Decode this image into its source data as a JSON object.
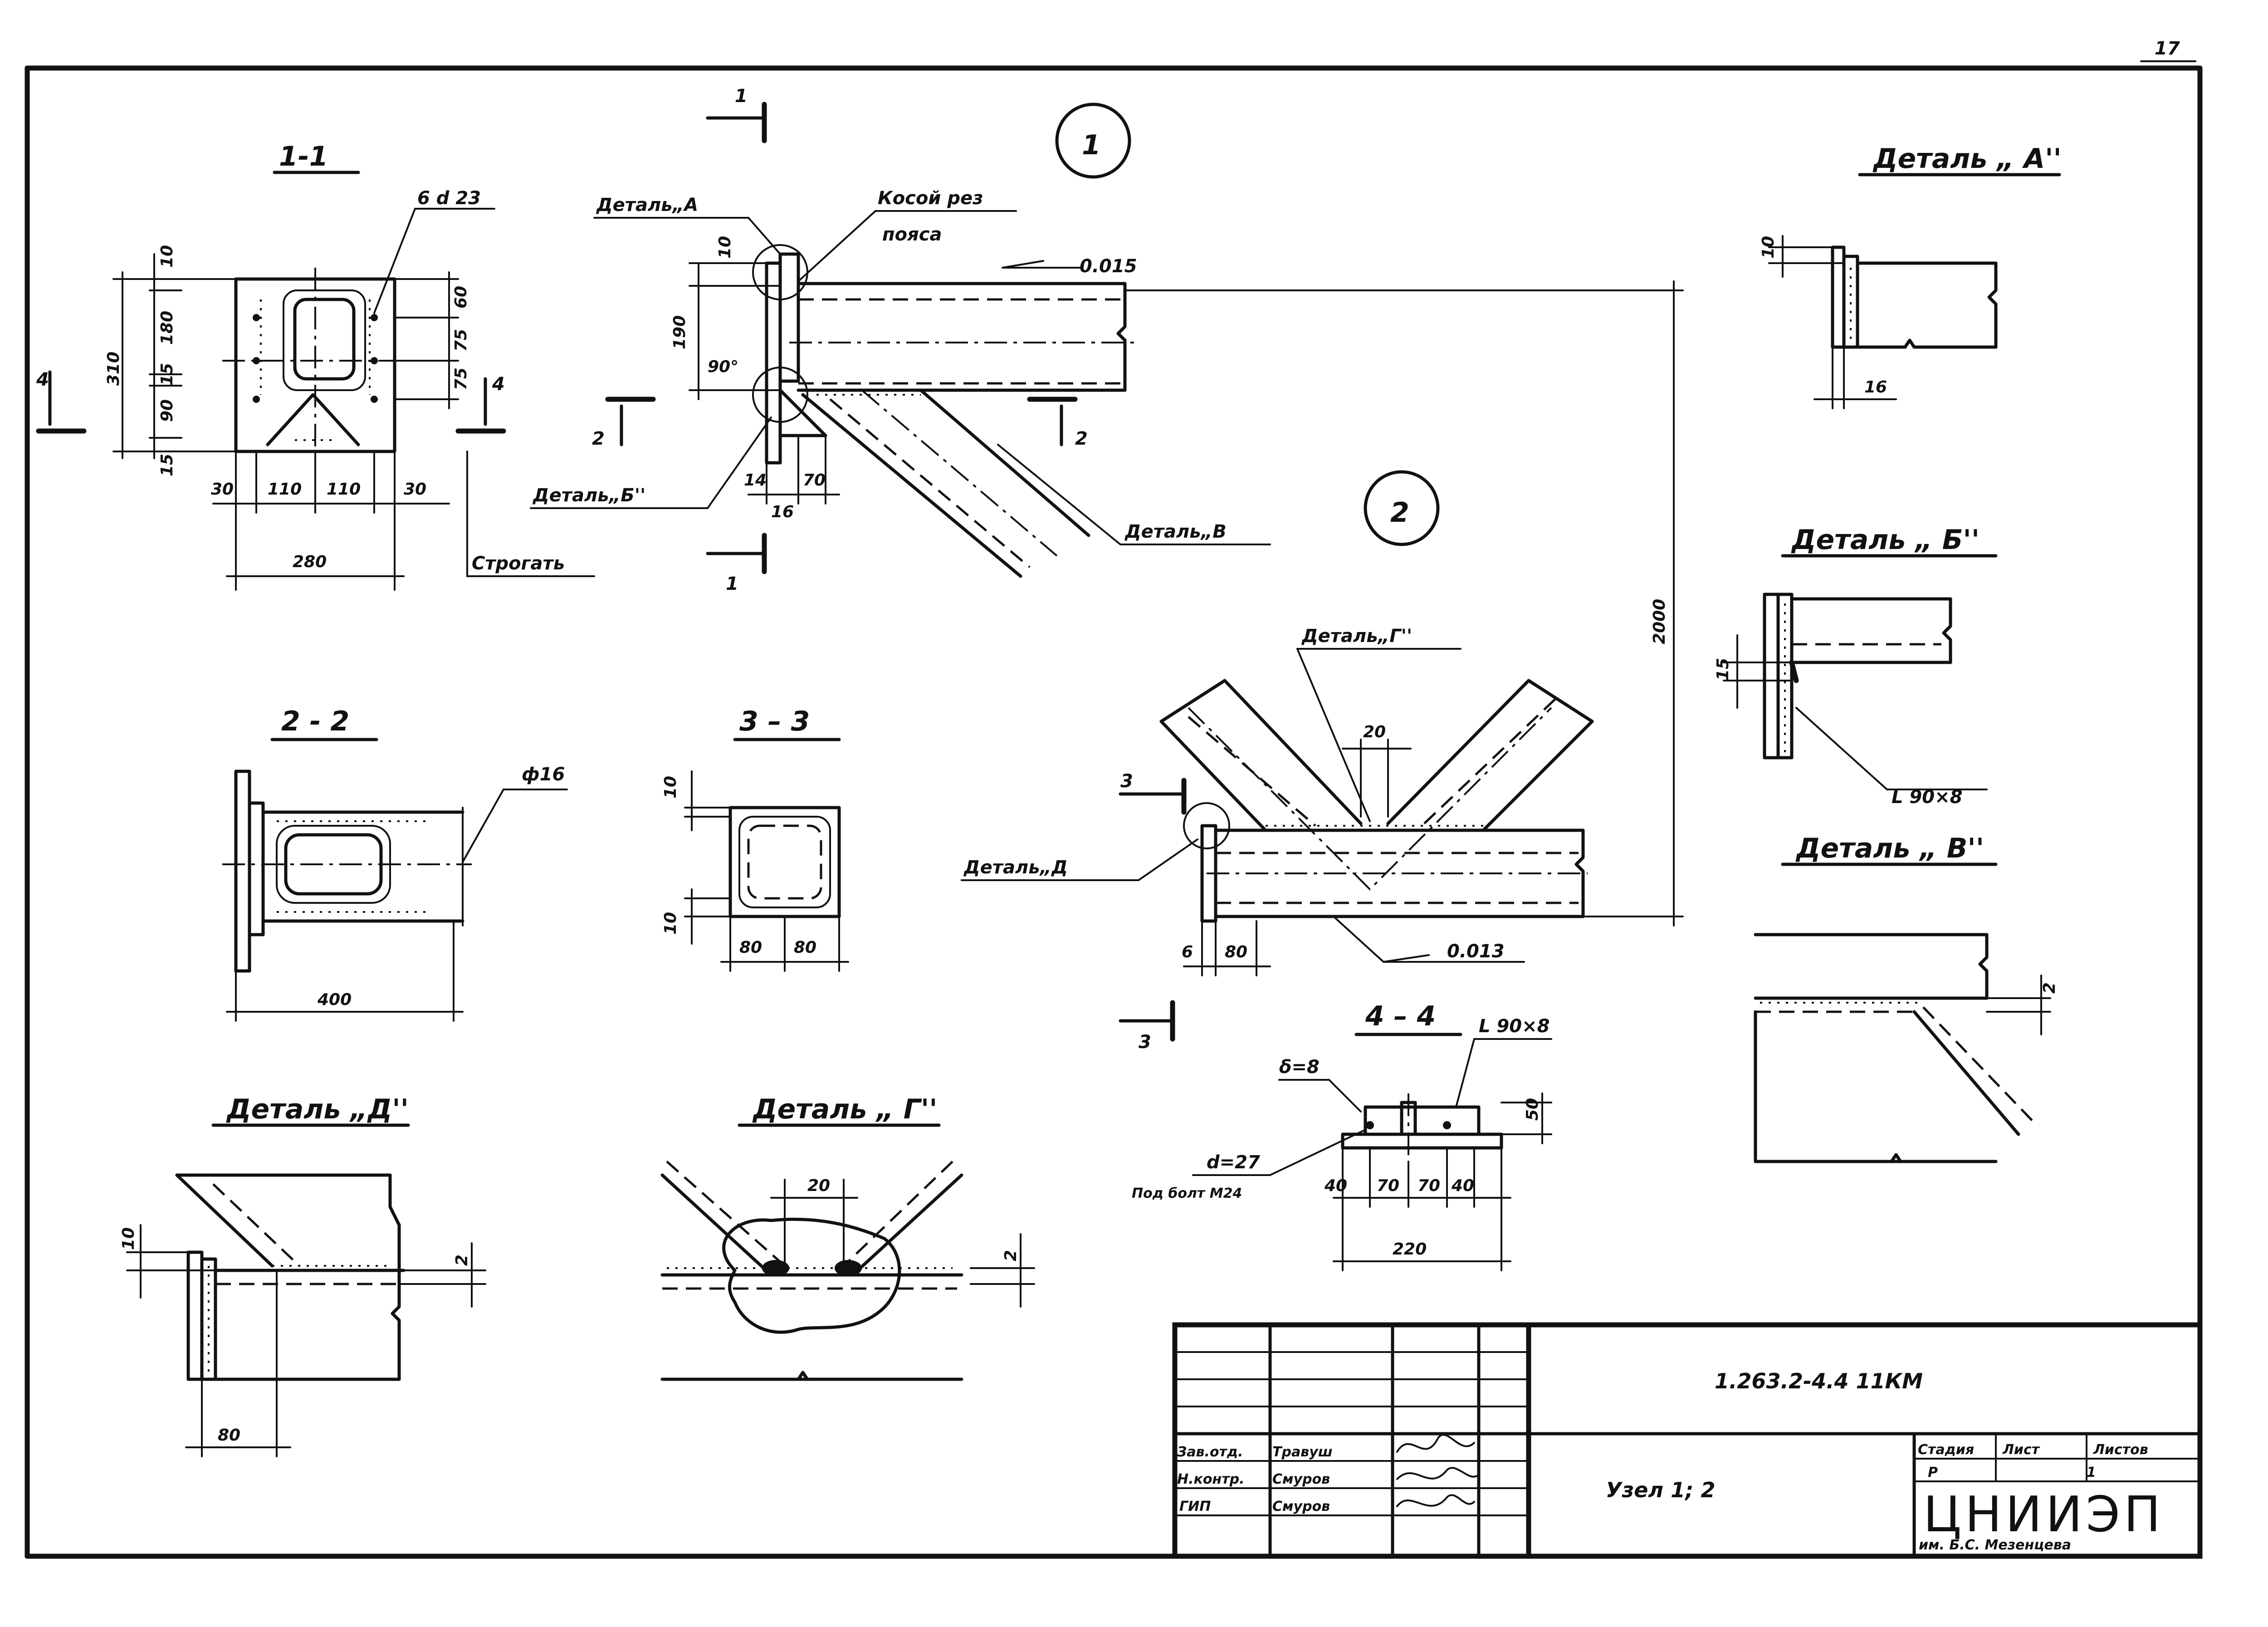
{
  "sheet": {
    "number": "17",
    "code": "1.263.2-4.4  11КМ",
    "title": "Узел 1; 2",
    "stage_header": "Стадия",
    "sheet_header": "Лист",
    "sheets_header": "Листов",
    "stage": "Р",
    "sheet_no": "1",
    "org_name": "ЦНИИЭП",
    "org_sub": "им. Б.С. Мезенцева",
    "staff": [
      {
        "role": "Зав.отд.",
        "name": "Травуш"
      },
      {
        "role": "Н.контр.",
        "name": "Смуров"
      },
      {
        "role": "ГИП",
        "name": "Смуров"
      }
    ]
  },
  "node_marks": [
    "1",
    "2"
  ],
  "section_1_1": {
    "title": "1-1",
    "hole_label": "6 d 23",
    "cut_mark": "4",
    "dims_left": [
      "10",
      "180",
      "15",
      "90",
      "15"
    ],
    "dim_total": "310",
    "dims_right": [
      "60",
      "75",
      "75"
    ],
    "dims_bottom": [
      "30",
      "110",
      "110",
      "30"
    ],
    "dim_width": "280",
    "plane_note": "Строгать"
  },
  "node_1": {
    "cut_mark_1": "1",
    "cut_mark_2": "2",
    "detail_a": "Деталь„А",
    "oblique_cut": "Косой рез",
    "oblique_cut_2": "пояса",
    "slope": "0.015",
    "dims": [
      "10",
      "190",
      "90°",
      "14",
      "16",
      "70"
    ],
    "detail_b": "Деталь„Б''",
    "detail_v": "Деталь„В"
  },
  "node_2": {
    "detail_g": "Деталь„Г''",
    "gap": "20",
    "detail_d": "Деталь„Д",
    "cut_mark_3": "3",
    "slope": "0.013",
    "dims": [
      "6",
      "80"
    ],
    "height": "2000"
  },
  "section_2_2": {
    "title": "2 - 2",
    "hole": "ф16",
    "dim_len": "400"
  },
  "section_3_3": {
    "title": "3 – 3",
    "dims_left": [
      "10",
      "10"
    ],
    "dims_bottom": [
      "80",
      "80"
    ]
  },
  "section_4_4": {
    "title": "4 – 4",
    "thickness": "δ=8",
    "angle": "L 90×8",
    "hole": "d=27",
    "bolt": "Под болт М24",
    "dims": [
      "40",
      "70",
      "70",
      "40"
    ],
    "height": "50",
    "width": "220"
  },
  "detail_a_view": {
    "title": "Деталь „ А''",
    "dims": [
      "10",
      "16"
    ]
  },
  "detail_b_view": {
    "title": "Деталь „ Б''",
    "dims": [
      "15"
    ],
    "angle": "L 90×8"
  },
  "detail_v_view": {
    "title": "Деталь „ В''",
    "dims": [
      "2"
    ]
  },
  "detail_d_view": {
    "title": "Деталь „Д''",
    "dims": [
      "10",
      "2",
      "80"
    ]
  },
  "detail_g_view": {
    "title": "Деталь „ Г''",
    "dims": [
      "20",
      "2"
    ]
  }
}
